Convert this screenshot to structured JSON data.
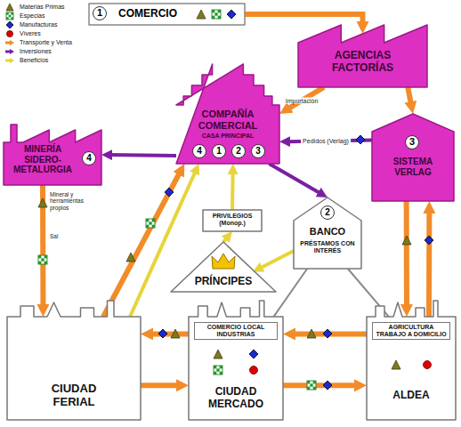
{
  "diagram": {
    "nodes": [
      {
        "text": [
          "1",
          "COMERCIO"
        ]
      },
      {
        "text": [
          "AGENCIAS FACTORÍAS"
        ]
      },
      {
        "text": [
          "COMPAÑÍA COMERCIAL",
          "CASA PRINCIPAL",
          "4",
          "1",
          "2",
          "3"
        ]
      },
      {
        "text": [
          "MINERÍA SIDERO-METALURGIA",
          "4"
        ]
      },
      {
        "text": [
          "3",
          "SISTEMA VERLAG"
        ]
      },
      {
        "text": [
          "PRIVILEGIOS (Monop.)"
        ]
      },
      {
        "text": [
          "2",
          "BANCO",
          "PRÉSTAMOS CON INTERÉS"
        ]
      },
      {
        "text": [
          "PRÍNCIPES"
        ]
      },
      {
        "text": [
          "CIUDAD FERIAL"
        ]
      },
      {
        "text": [
          "COMERCIO LOCAL INDUSTRIAS",
          "CIUDAD MERCADO"
        ]
      },
      {
        "text": [
          "AGRICULTURA TRABAJO A DOMICILIO",
          "ALDEA"
        ]
      }
    ],
    "edges": [
      {
        "from": 0,
        "to": 1,
        "arrow": "to"
      },
      {
        "from": 1,
        "to": 2,
        "label": "Importación",
        "arrow": "to"
      },
      {
        "from": 4,
        "to": 2,
        "label": "Pedidos (Verlag)",
        "arrow": "to"
      },
      {
        "from": 1,
        "to": 4,
        "arrow": "to"
      },
      {
        "from": 2,
        "to": 3,
        "arrow": "to"
      },
      {
        "from": 2,
        "to": 6,
        "arrow": "to"
      },
      {
        "from": 5,
        "to": 2,
        "arrow": "to"
      },
      {
        "from": 7,
        "to": 5,
        "arrow": "to"
      },
      {
        "from": 6,
        "to": 7,
        "arrow": "to"
      },
      {
        "from": 3,
        "to": 8,
        "arrow": "to"
      },
      {
        "from": 8,
        "to": 2,
        "arrow": "to"
      },
      {
        "from": 8,
        "to": 2,
        "arrow": "to"
      },
      {
        "from": 6,
        "to": 9,
        "arrow": "none"
      },
      {
        "from": 6,
        "to": 10,
        "arrow": "none"
      },
      {
        "from": 4,
        "to": 10,
        "arrow": "to"
      },
      {
        "from": 10,
        "to": 4,
        "arrow": "to"
      },
      {
        "from": 9,
        "to": 8,
        "arrow": "to"
      },
      {
        "from": 8,
        "to": 9,
        "arrow": "to"
      },
      {
        "from": 10,
        "to": 9,
        "arrow": "to"
      },
      {
        "from": 9,
        "to": 10,
        "arrow": "to"
      }
    ],
    "labels": [
      "Mineral y herramientas propios",
      "Sal"
    ],
    "legend": [
      {
        "text": "Materias Primas"
      },
      {
        "text": "Especias"
      },
      {
        "text": "Manufacturas"
      },
      {
        "text": "Víveres"
      },
      {
        "text": "Transporte y Venta"
      },
      {
        "text": "Inversiones"
      },
      {
        "text": "Beneficios"
      }
    ]
  }
}
